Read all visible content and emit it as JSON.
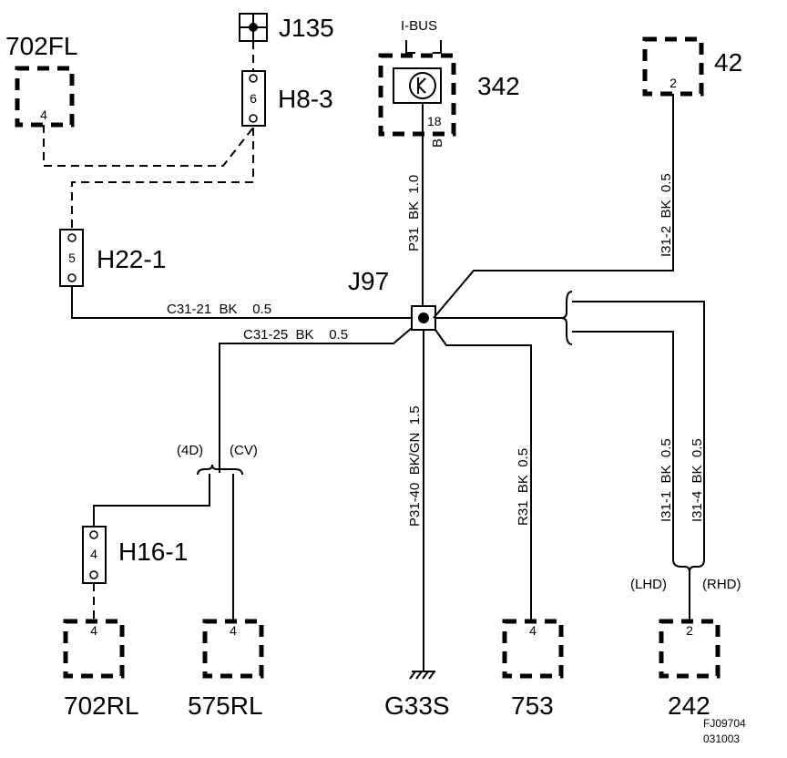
{
  "components": {
    "j135": "J135",
    "h8_3": "H8-3",
    "h22_1": "H22-1",
    "h16_1": "H16-1",
    "c702fl": "702FL",
    "c342": "342",
    "c42": "42",
    "j97": "J97",
    "c702rl": "702RL",
    "c575rl": "575RL",
    "g33s": "G33S",
    "c753": "753",
    "c242": "242"
  },
  "pins": {
    "h8_3": "6",
    "h22_1": "5",
    "h16_1": "4",
    "c702fl": "4",
    "c42": "2",
    "c342": "18",
    "c702rl": "4",
    "c575rl": "4",
    "c753": "4",
    "c242": "2"
  },
  "labels": {
    "ibus": "I-BUS",
    "b": "B"
  },
  "wires": {
    "p31": "P31  BK  1.0",
    "i31_2": "I31-2  BK  0.5",
    "c31_21": "C31-21  BK    0.5",
    "c31_25": "C31-25  BK    0.5",
    "p31_40": "P31-40  BK/GN  1.5",
    "r31": "R31  BK  0.5",
    "i31_1": "I31-1  BK  0.5",
    "i31_4": "I31-4  BK  0.5"
  },
  "variants": {
    "v4d": "(4D)",
    "cv": "(CV)",
    "lhd": "(LHD)",
    "rhd": "(RHD)"
  },
  "figure": {
    "code": "FJ09704",
    "date": "031003"
  }
}
